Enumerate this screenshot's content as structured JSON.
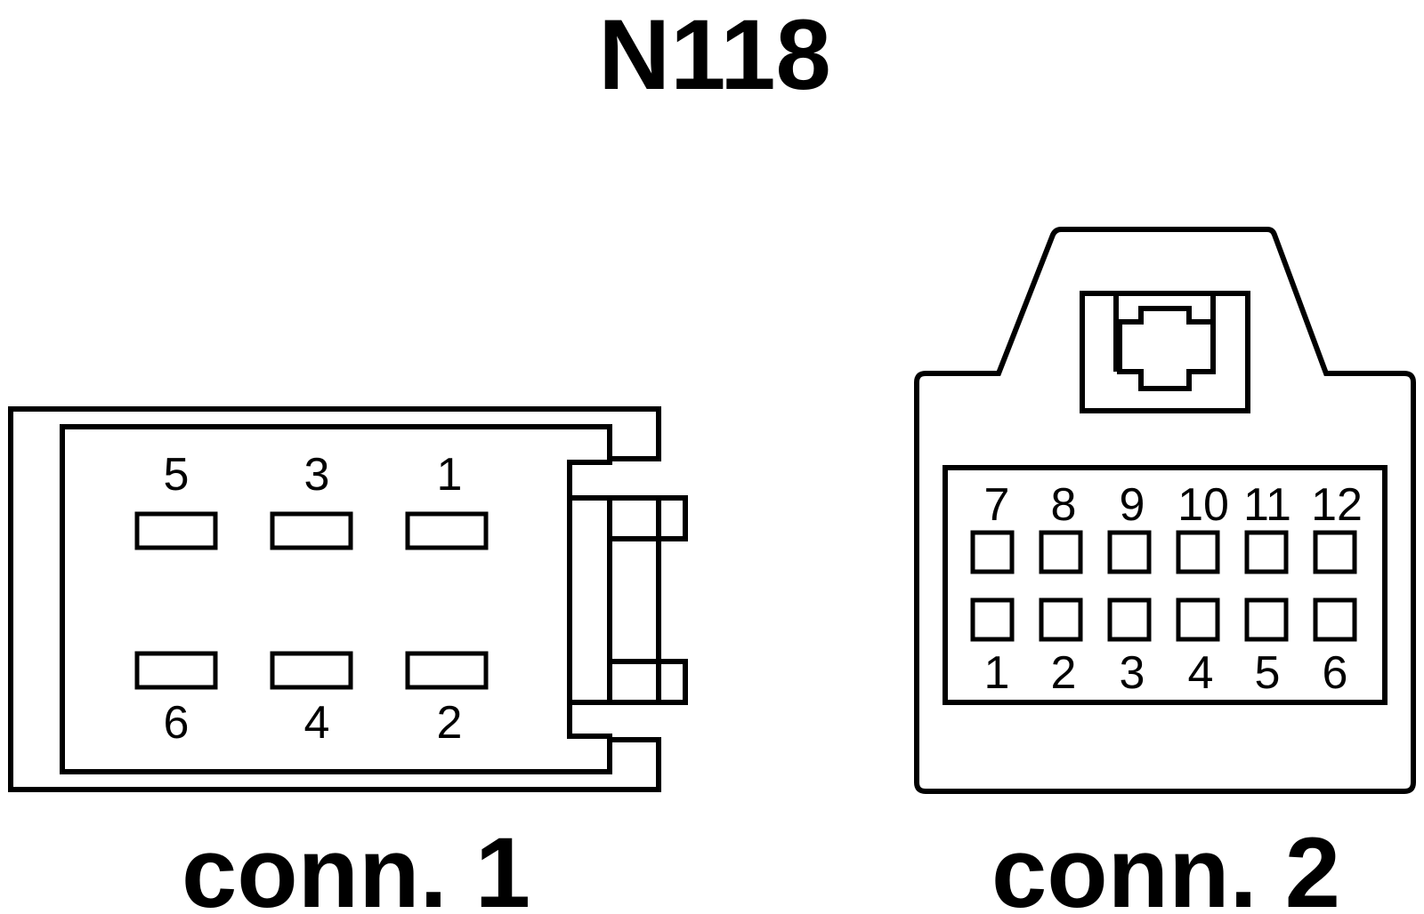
{
  "title": "N118",
  "connectors": [
    {
      "label": "conn. 1",
      "pins_top": [
        "5",
        "3",
        "1"
      ],
      "pins_bottom": [
        "6",
        "4",
        "2"
      ]
    },
    {
      "label": "conn. 2",
      "pins_top": [
        "7",
        "8",
        "9",
        "10",
        "11",
        "12"
      ],
      "pins_bottom": [
        "1",
        "2",
        "3",
        "4",
        "5",
        "6"
      ]
    }
  ]
}
